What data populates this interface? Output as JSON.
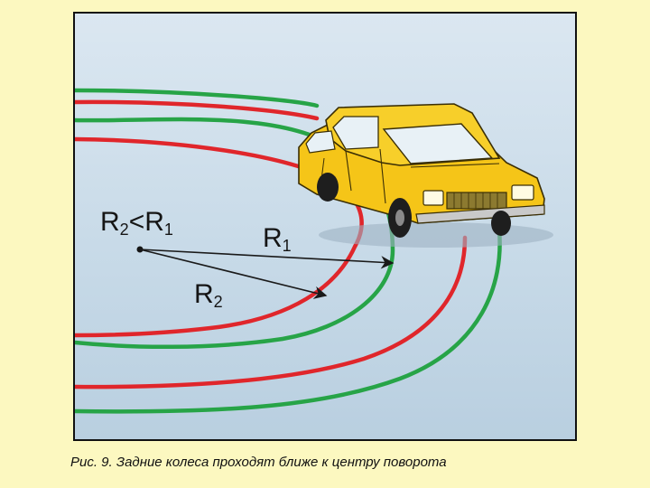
{
  "diagram": {
    "condition_label": {
      "r2": "R",
      "r2_sub": "2",
      "op": "<",
      "r1": "R",
      "r1_sub": "1"
    },
    "radius_outer": {
      "letter": "R",
      "sub": "1"
    },
    "radius_inner": {
      "letter": "R",
      "sub": "2"
    },
    "colors": {
      "front_wheel_track": "#27a447",
      "rear_wheel_track": "#e0262b",
      "background": "#c9dce9",
      "car_body": "#f5c518",
      "arrow": "#1a1a1a"
    },
    "car_icon": "car-icon"
  },
  "caption": "Рис. 9. Задние колеса проходят ближе к центру поворота"
}
